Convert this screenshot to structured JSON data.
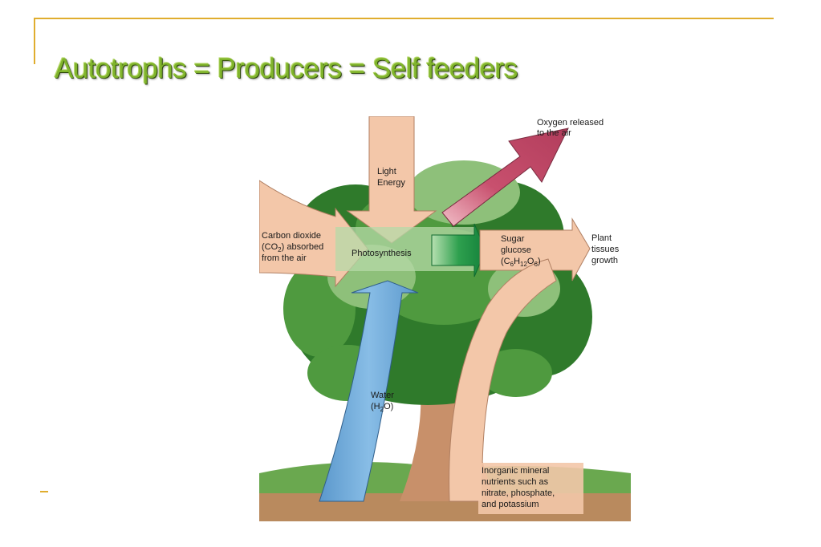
{
  "slide": {
    "title": "Autotrophs = Producers = Self feeders"
  },
  "labels": {
    "light_energy": [
      "Light",
      "Energy"
    ],
    "oxygen": [
      "Oxygen released",
      "to the air"
    ],
    "carbon_dioxide": {
      "line1": "Carbon dioxide",
      "line2_pre": "(CO",
      "line2_sub": "2",
      "line2_post": ") absorbed",
      "line3": "from the air"
    },
    "photosynthesis": "Photosynthesis",
    "sugar": {
      "line1": "Sugar",
      "line2": "glucose",
      "p1": "(C",
      "s1": "6",
      "p2": "H",
      "s2": "12",
      "p3": "O",
      "s3": "6",
      "p4": ")"
    },
    "plant_tissues": [
      "Plant",
      "tissues",
      "growth"
    ],
    "water": {
      "line1": "Water",
      "p1": "(H",
      "s1": "2",
      "p2": "O)"
    },
    "minerals": [
      "Inorganic mineral",
      "nutrients such as",
      "nitrate, phosphate,",
      "and potassium"
    ]
  },
  "colors": {
    "accent_line": "#e0ad2e",
    "title": "#80b42c",
    "foliage_dark": "#2f7a2b",
    "foliage_mid": "#4f9a3f",
    "foliage_light": "#8ec07a",
    "trunk": "#c8906a",
    "ground": "#6aa84f",
    "soil": "#b98a5e",
    "arrow_tan": "#f3c7a9",
    "arrow_water": "#6fa8d8",
    "arrow_oxygen": "#c8506e",
    "arrow_green": "#1f9a4a"
  }
}
